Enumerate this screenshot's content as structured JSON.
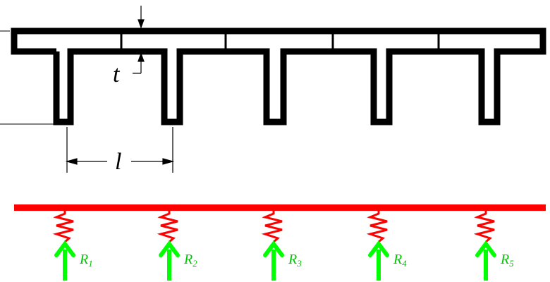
{
  "labels": {
    "thickness": "t",
    "spacing": "l"
  },
  "reactions": [
    {
      "letter": "R",
      "sub": "1"
    },
    {
      "letter": "R",
      "sub": "2"
    },
    {
      "letter": "R",
      "sub": "3"
    },
    {
      "letter": "R",
      "sub": "4"
    },
    {
      "letter": "R",
      "sub": "5"
    }
  ],
  "colors": {
    "structure": "#000000",
    "beam": "#ff0000",
    "spring": "#ff0000",
    "reaction_arrow": "#00ff00",
    "reaction_label": "#00c800"
  },
  "icons": {
    "spring": "zigzag-spring-icon",
    "arrow": "up-arrow-icon"
  }
}
